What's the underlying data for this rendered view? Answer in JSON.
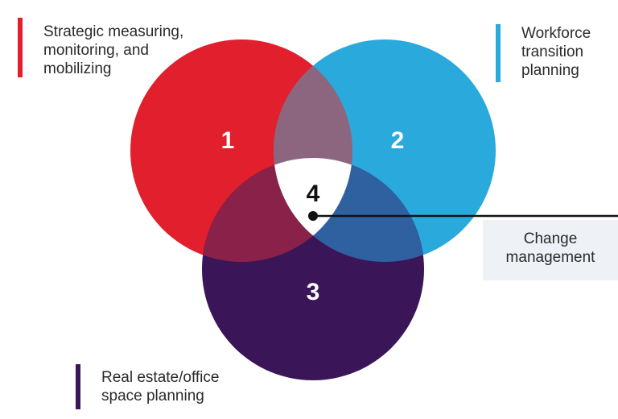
{
  "diagram": {
    "circles": [
      {
        "id": "1",
        "number": "1",
        "color": "#e21f2c",
        "label": "Strategic measuring,\nmonitoring, and\nmobilizing"
      },
      {
        "id": "2",
        "number": "2",
        "color": "#2aa9dc",
        "label": "Workforce\ntransition\nplanning"
      },
      {
        "id": "3",
        "number": "3",
        "color": "#3a1659",
        "label": "Real estate/office\nspace planning"
      }
    ],
    "overlaps": {
      "c12": "#8b667e",
      "c13": "#8a2149",
      "c23": "#2f61a0",
      "center": "#ffffff"
    },
    "center": {
      "number": "4",
      "callout": "Change\nmanagement",
      "line_color": "#111111",
      "box_color": "#eef1f5"
    }
  }
}
